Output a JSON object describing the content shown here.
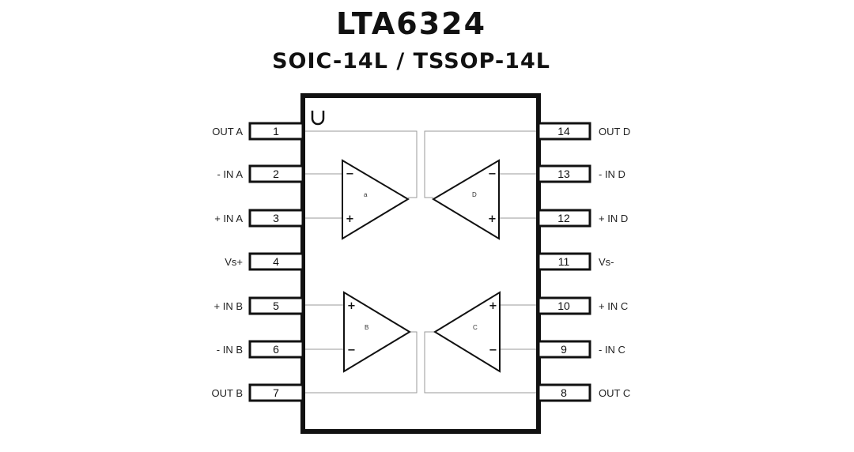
{
  "title": "LTA6324",
  "subtitle": "SOIC-14L / TSSOP-14L",
  "pins_left": [
    {
      "num": "1",
      "label": "OUT A"
    },
    {
      "num": "2",
      "label": "- IN A"
    },
    {
      "num": "3",
      "label": "+ IN A"
    },
    {
      "num": "4",
      "label": "Vs+"
    },
    {
      "num": "5",
      "label": "+ IN B"
    },
    {
      "num": "6",
      "label": "- IN B"
    },
    {
      "num": "7",
      "label": "OUT B"
    }
  ],
  "pins_right": [
    {
      "num": "14",
      "label": "OUT D"
    },
    {
      "num": "13",
      "label": "- IN D"
    },
    {
      "num": "12",
      "label": "+ IN D"
    },
    {
      "num": "11",
      "label": "Vs-"
    },
    {
      "num": "10",
      "label": "+ IN C"
    },
    {
      "num": "9",
      "label": "- IN C"
    },
    {
      "num": "8",
      "label": "OUT C"
    }
  ],
  "amplifiers": {
    "a": {
      "name": "a",
      "top_sign": "−",
      "bottom_sign": "+"
    },
    "b": {
      "name": "B",
      "top_sign": "+",
      "bottom_sign": "−"
    },
    "c": {
      "name": "C",
      "top_sign": "+",
      "bottom_sign": "−"
    },
    "d": {
      "name": "D",
      "top_sign": "−",
      "bottom_sign": "+"
    }
  },
  "colors": {
    "line": "#111111",
    "wire": "#9a9a9a",
    "background": "#ffffff"
  }
}
